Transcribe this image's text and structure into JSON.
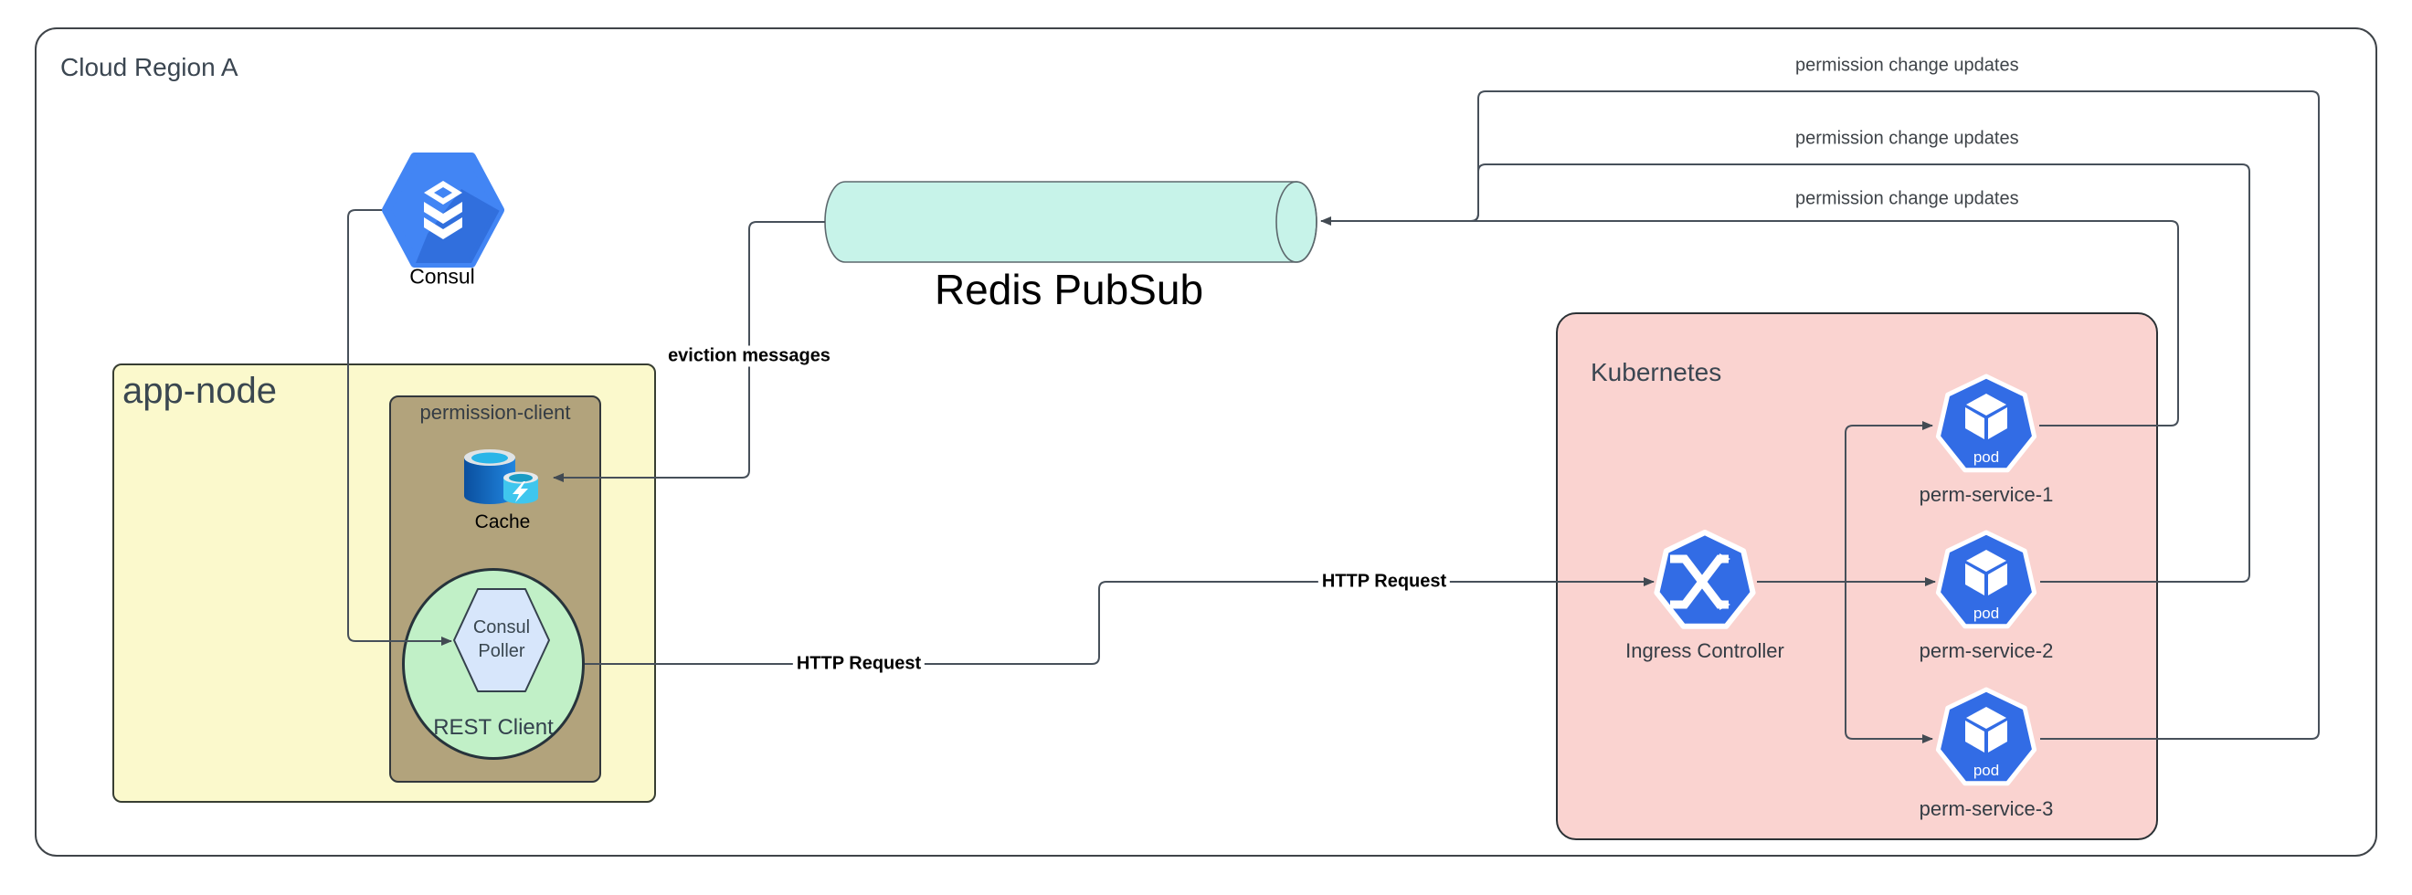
{
  "region": {
    "label": "Cloud Region A"
  },
  "nodes": {
    "consul": {
      "label": "Consul"
    },
    "redis": {
      "label": "Redis PubSub"
    },
    "app_node": {
      "label": "app-node"
    },
    "permission_client": {
      "label": "permission-client"
    },
    "cache": {
      "label": "Cache"
    },
    "rest_client": {
      "label": "REST Client"
    },
    "consul_poller": {
      "label": "Consul Poller"
    },
    "kubernetes": {
      "label": "Kubernetes"
    },
    "ingress": {
      "label": "Ingress Controller"
    },
    "pods": [
      {
        "badge": "pod",
        "label": "perm-service-1"
      },
      {
        "badge": "pod",
        "label": "perm-service-2"
      },
      {
        "badge": "pod",
        "label": "perm-service-3"
      }
    ]
  },
  "edges": {
    "eviction": {
      "label": "eviction messages"
    },
    "http_request_client": {
      "label": "HTTP Request"
    },
    "http_request_ingress": {
      "label": "HTTP Request"
    },
    "permission_updates": [
      {
        "label": "permission change updates"
      },
      {
        "label": "permission change updates"
      },
      {
        "label": "permission change updates"
      }
    ]
  },
  "colors": {
    "canvas_bg": "#ffffff",
    "region_border": "#3f4449",
    "app_node_fill": "#fbf9cc",
    "permission_client_fill": "#b2a37c",
    "kubernetes_fill": "#fad3d0",
    "redis_cylinder_fill": "#c7f3e9",
    "rest_client_fill": "#c1f0c7",
    "consul_poller_fill": "#d7e6fb",
    "kubernetes_blue": "#326ce5",
    "consul_hexagon_blue": "#4285f4",
    "cache_dark_blue": "#0a4f9e",
    "cache_light_blue": "#3fc6ee",
    "edge_stroke": "#47505a",
    "label_dark": "#3a4550"
  }
}
